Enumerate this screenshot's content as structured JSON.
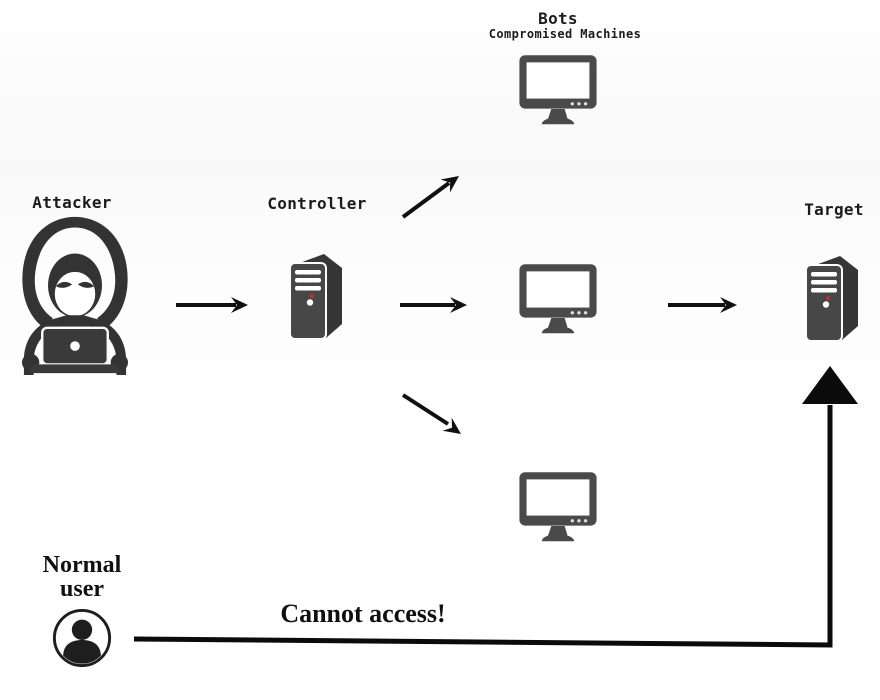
{
  "diagram": {
    "type": "ddos-attack-diagram",
    "nodes": {
      "attacker": {
        "label": "Attacker",
        "icon": "hooded-hacker-laptop-icon"
      },
      "controller": {
        "label": "Controller",
        "icon": "server-tower-icon"
      },
      "bots": {
        "title": "Bots",
        "subtitle": "Compromised Machines",
        "icon": "desktop-monitor-icon",
        "count": 3
      },
      "target": {
        "label": "Target",
        "icon": "server-tower-icon"
      },
      "normal_user": {
        "label_line1": "Normal",
        "label_line2": "user",
        "icon": "person-circle-icon"
      }
    },
    "edges": [
      {
        "from": "attacker",
        "to": "controller",
        "style": "arrow"
      },
      {
        "from": "controller",
        "to": "bot-top",
        "style": "arrow"
      },
      {
        "from": "controller",
        "to": "bot-middle",
        "style": "arrow"
      },
      {
        "from": "controller",
        "to": "bot-bottom",
        "style": "arrow"
      },
      {
        "from": "bot-middle",
        "to": "target",
        "style": "arrow"
      },
      {
        "from": "normal-user",
        "to": "target",
        "style": "blocked-arrow",
        "label": "Cannot access!"
      }
    ],
    "colors": {
      "background": "#fdfdfd",
      "icon_dark": "#474747",
      "icon_shadow": "#363636",
      "arrow": "#111111",
      "text": "#1b1b1b",
      "led_red": "#b03434"
    }
  }
}
